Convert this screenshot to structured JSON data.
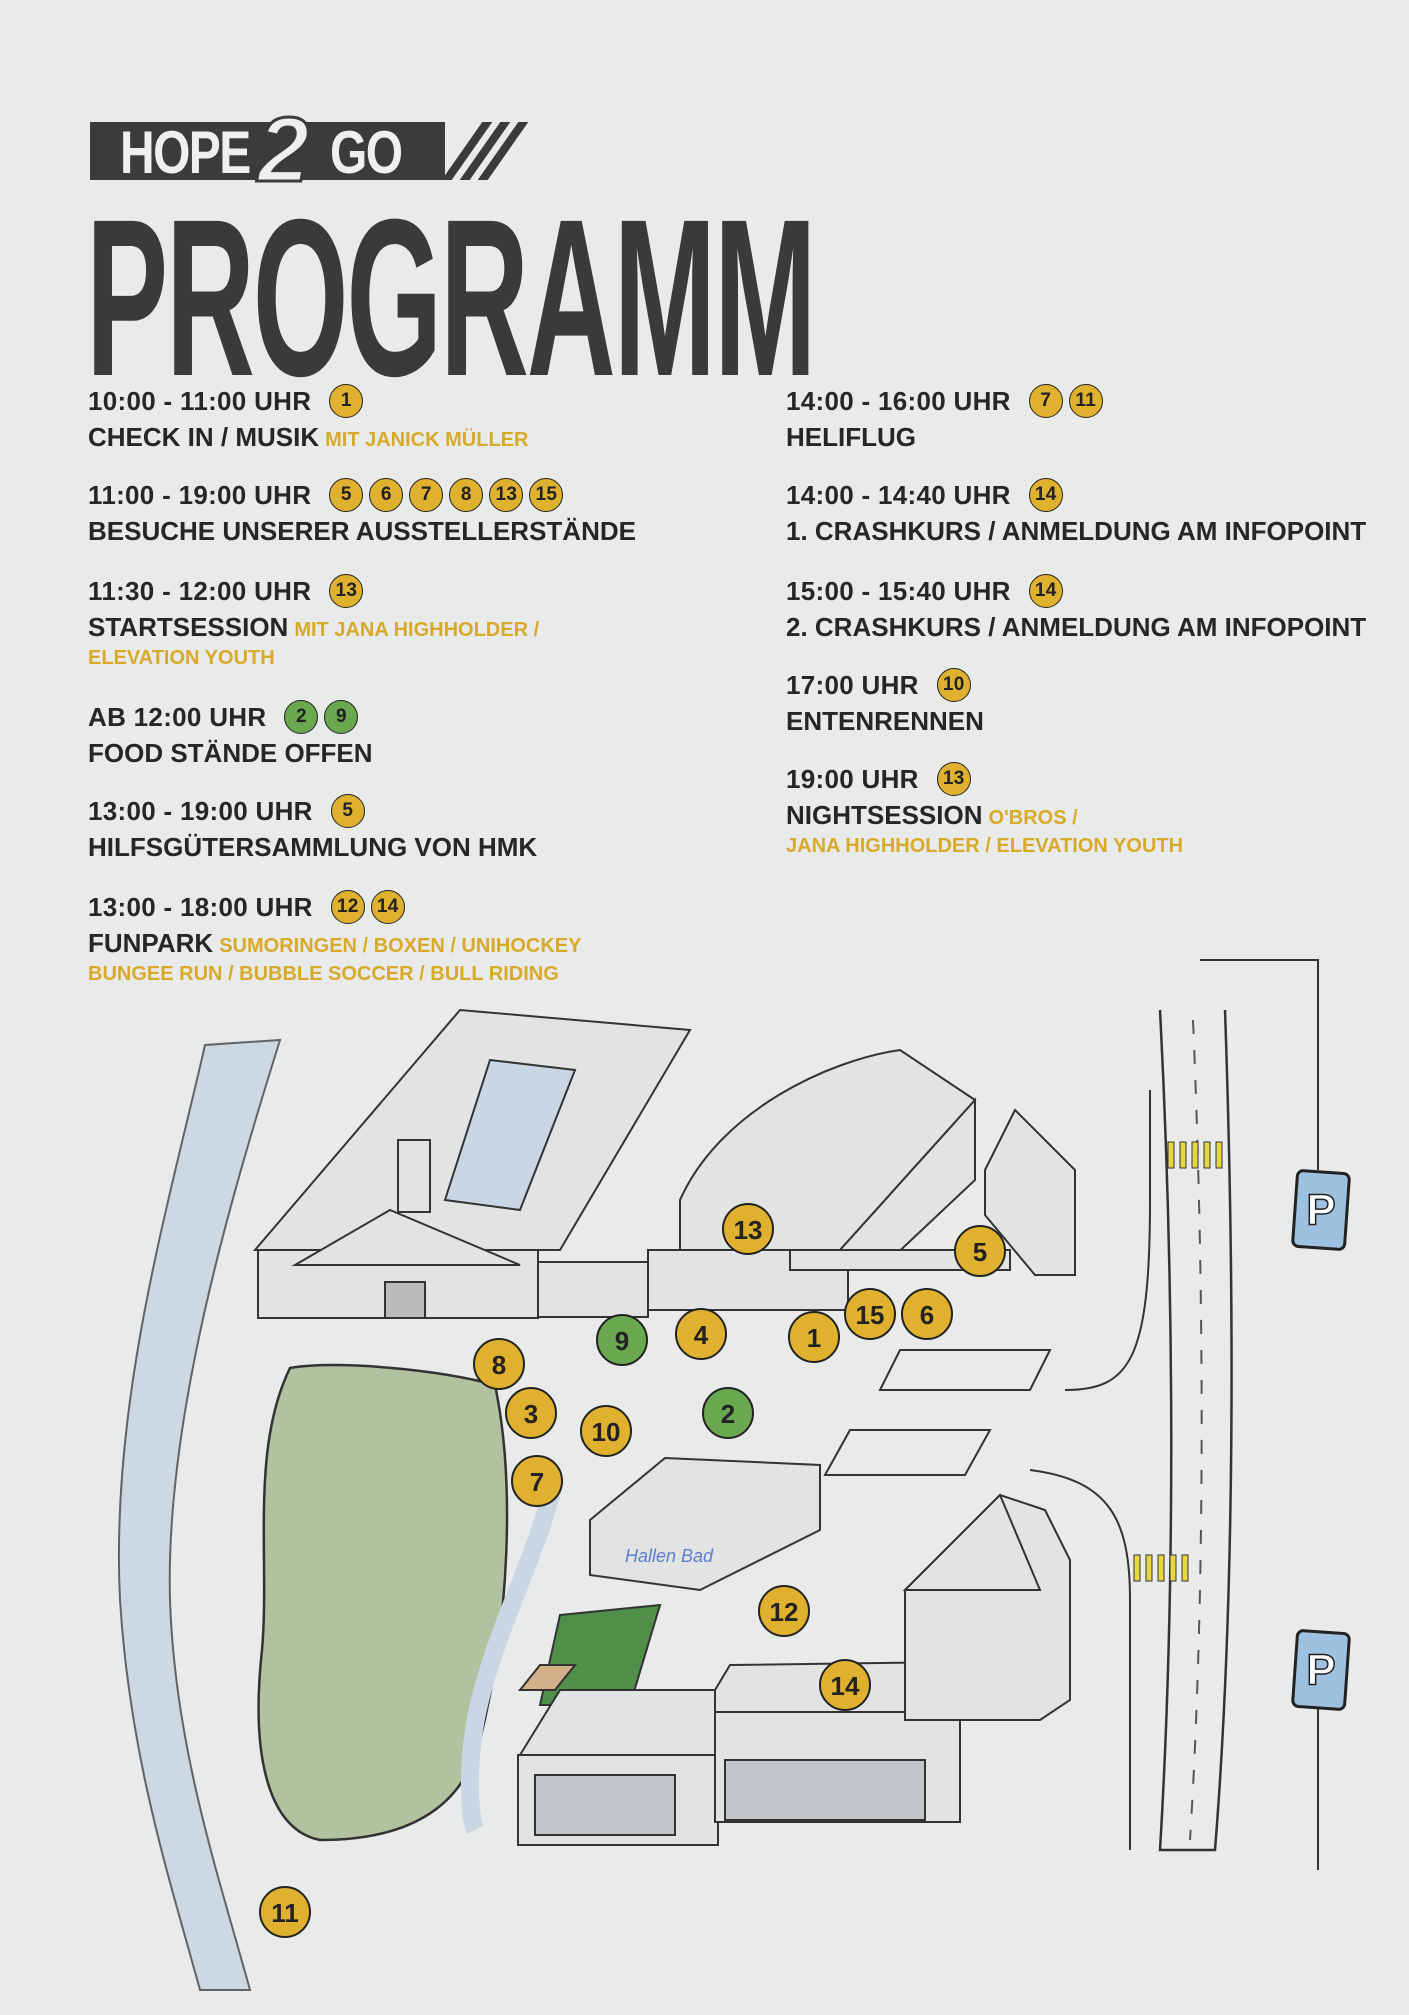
{
  "header": {
    "logo_text": "HOPE",
    "logo_two": "2",
    "logo_go": "GO",
    "title": "PROGRAMM"
  },
  "colors": {
    "accent_yellow": "#e0b12f",
    "accent_green": "#6aa84f",
    "text": "#262626",
    "background": "#e8ebea"
  },
  "schedule_left": [
    {
      "time": "10:00 - 11:00 UHR",
      "badges": [
        "1"
      ],
      "title": "CHECK IN / MUSIK",
      "sub1": "MIT JANICK MÜLLER"
    },
    {
      "time": "11:00 - 19:00 UHR",
      "badges": [
        "5",
        "6",
        "7",
        "8",
        "13",
        "15"
      ],
      "title": "BESUCHE UNSERER AUSSTELLERSTÄNDE"
    },
    {
      "time": "11:30 - 12:00 UHR",
      "badges": [
        "13"
      ],
      "title": "STARTSESSION",
      "sub1": "MIT JANA HIGHHOLDER /",
      "sub2": "ELEVATION YOUTH"
    },
    {
      "time": "AB 12:00 UHR",
      "badges": [
        "2",
        "9"
      ],
      "title": "FOOD STÄNDE OFFEN"
    },
    {
      "time": "13:00 - 19:00 UHR",
      "badges": [
        "5"
      ],
      "title": "HILFSGÜTERSAMMLUNG VON HMK"
    },
    {
      "time": "13:00 - 18:00 UHR",
      "badges": [
        "12",
        "14"
      ],
      "title": "FUNPARK",
      "sub1": "SUMORINGEN / BOXEN / UNIHOCKEY",
      "sub2": "BUNGEE RUN / BUBBLE SOCCER / BULL RIDING"
    }
  ],
  "schedule_right": [
    {
      "time": "14:00 - 16:00 UHR",
      "badges": [
        "7",
        "11"
      ],
      "title": "HELIFLUG"
    },
    {
      "time": "14:00 - 14:40 UHR",
      "badges": [
        "14"
      ],
      "title": "1. CRASHKURS / ANMELDUNG AM INFOPOINT"
    },
    {
      "time": "15:00 - 15:40 UHR",
      "badges": [
        "14"
      ],
      "title": "2. CRASHKURS / ANMELDUNG AM INFOPOINT"
    },
    {
      "time": "17:00 UHR",
      "badges": [
        "10"
      ],
      "title": "ENTENRENNEN"
    },
    {
      "time": "19:00 UHR",
      "badges": [
        "13"
      ],
      "title": "NIGHTSESSION",
      "sub1": "O'BROS /",
      "sub2": "JANA HIGHHOLDER / ELEVATION YOUTH"
    }
  ],
  "map": {
    "markers": [
      "1",
      "2",
      "3",
      "4",
      "5",
      "6",
      "7",
      "8",
      "9",
      "10",
      "11",
      "12",
      "13",
      "14",
      "15"
    ],
    "parking_label": "P",
    "hallenbad_label": "Hallen Bad"
  }
}
